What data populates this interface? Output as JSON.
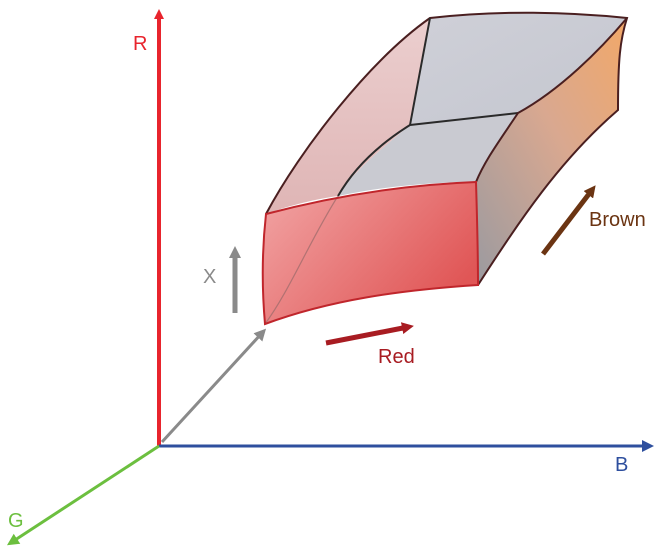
{
  "axes": {
    "r_label": "R",
    "g_label": "G",
    "b_label": "B"
  },
  "arrows": {
    "x_label": "X",
    "red_label": "Red",
    "brown_label": "Brown"
  },
  "colors": {
    "r_axis": "#e8242d",
    "g_axis": "#6cbf3f",
    "b_axis": "#2e4f9e",
    "x_arrow": "#8a8a8a",
    "red_arrow": "#a81c22",
    "brown_arrow": "#6b3412",
    "outline_dark": "#4a1f20",
    "outline_red": "#c0262c"
  }
}
